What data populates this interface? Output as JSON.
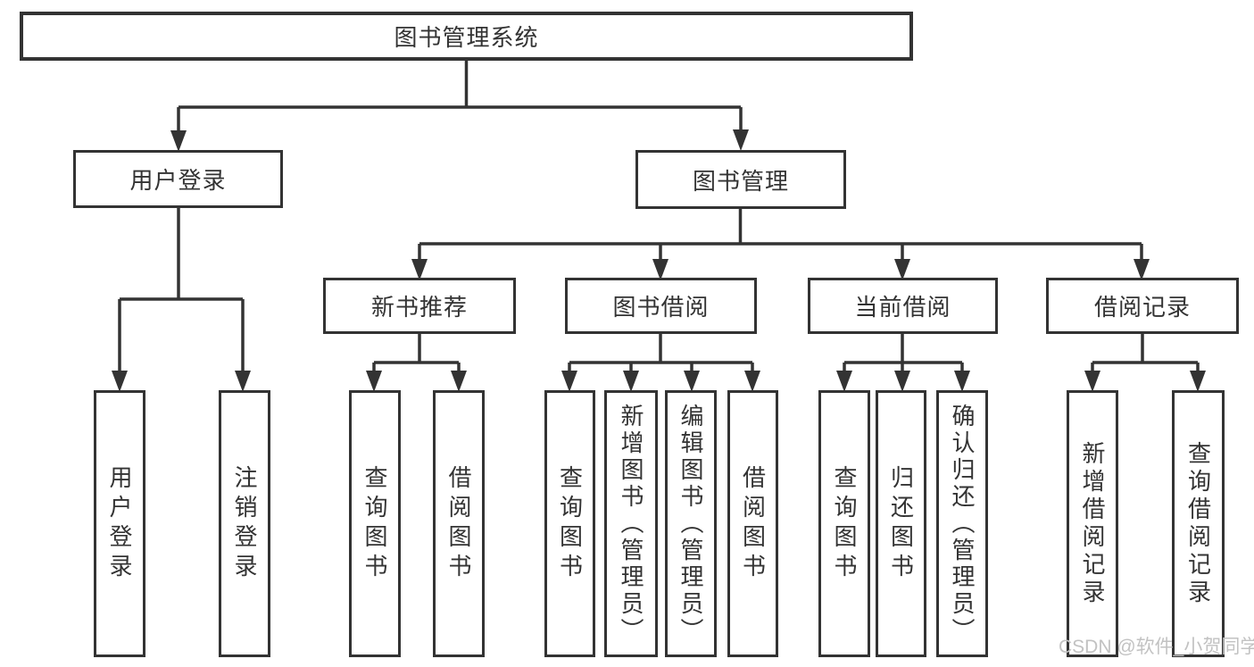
{
  "diagram": {
    "colors": {
      "line": "#333333",
      "text": "#333333",
      "box_background": "#ffffff",
      "watermark": "#c2c2c2"
    },
    "root": {
      "label": "图书管理系统"
    },
    "level2": [
      {
        "label": "用户登录"
      },
      {
        "label": "图书管理"
      }
    ],
    "level3": [
      {
        "label": "新书推荐",
        "parent": "图书管理"
      },
      {
        "label": "图书借阅",
        "parent": "图书管理"
      },
      {
        "label": "当前借阅",
        "parent": "图书管理"
      },
      {
        "label": "借阅记录",
        "parent": "图书管理"
      }
    ],
    "leaves": [
      {
        "label": "用户登录",
        "parent": "用户登录"
      },
      {
        "label": "注销登录",
        "parent": "用户登录"
      },
      {
        "label": "查询图书",
        "parent": "新书推荐"
      },
      {
        "label": "借阅图书",
        "parent": "新书推荐"
      },
      {
        "label": "查询图书",
        "parent": "图书借阅"
      },
      {
        "label": "新增图书（管理员）",
        "parent": "图书借阅"
      },
      {
        "label": "编辑图书（管理员）",
        "parent": "图书借阅"
      },
      {
        "label": "借阅图书",
        "parent": "图书借阅"
      },
      {
        "label": "查询图书",
        "parent": "当前借阅"
      },
      {
        "label": "归还图书",
        "parent": "当前借阅"
      },
      {
        "label": "确认归还（管理员）",
        "parent": "当前借阅"
      },
      {
        "label": "新增借阅记录",
        "parent": "借阅记录"
      },
      {
        "label": "查询借阅记录",
        "parent": "借阅记录"
      }
    ],
    "watermark": "CSDN @软件_小贺同学"
  }
}
